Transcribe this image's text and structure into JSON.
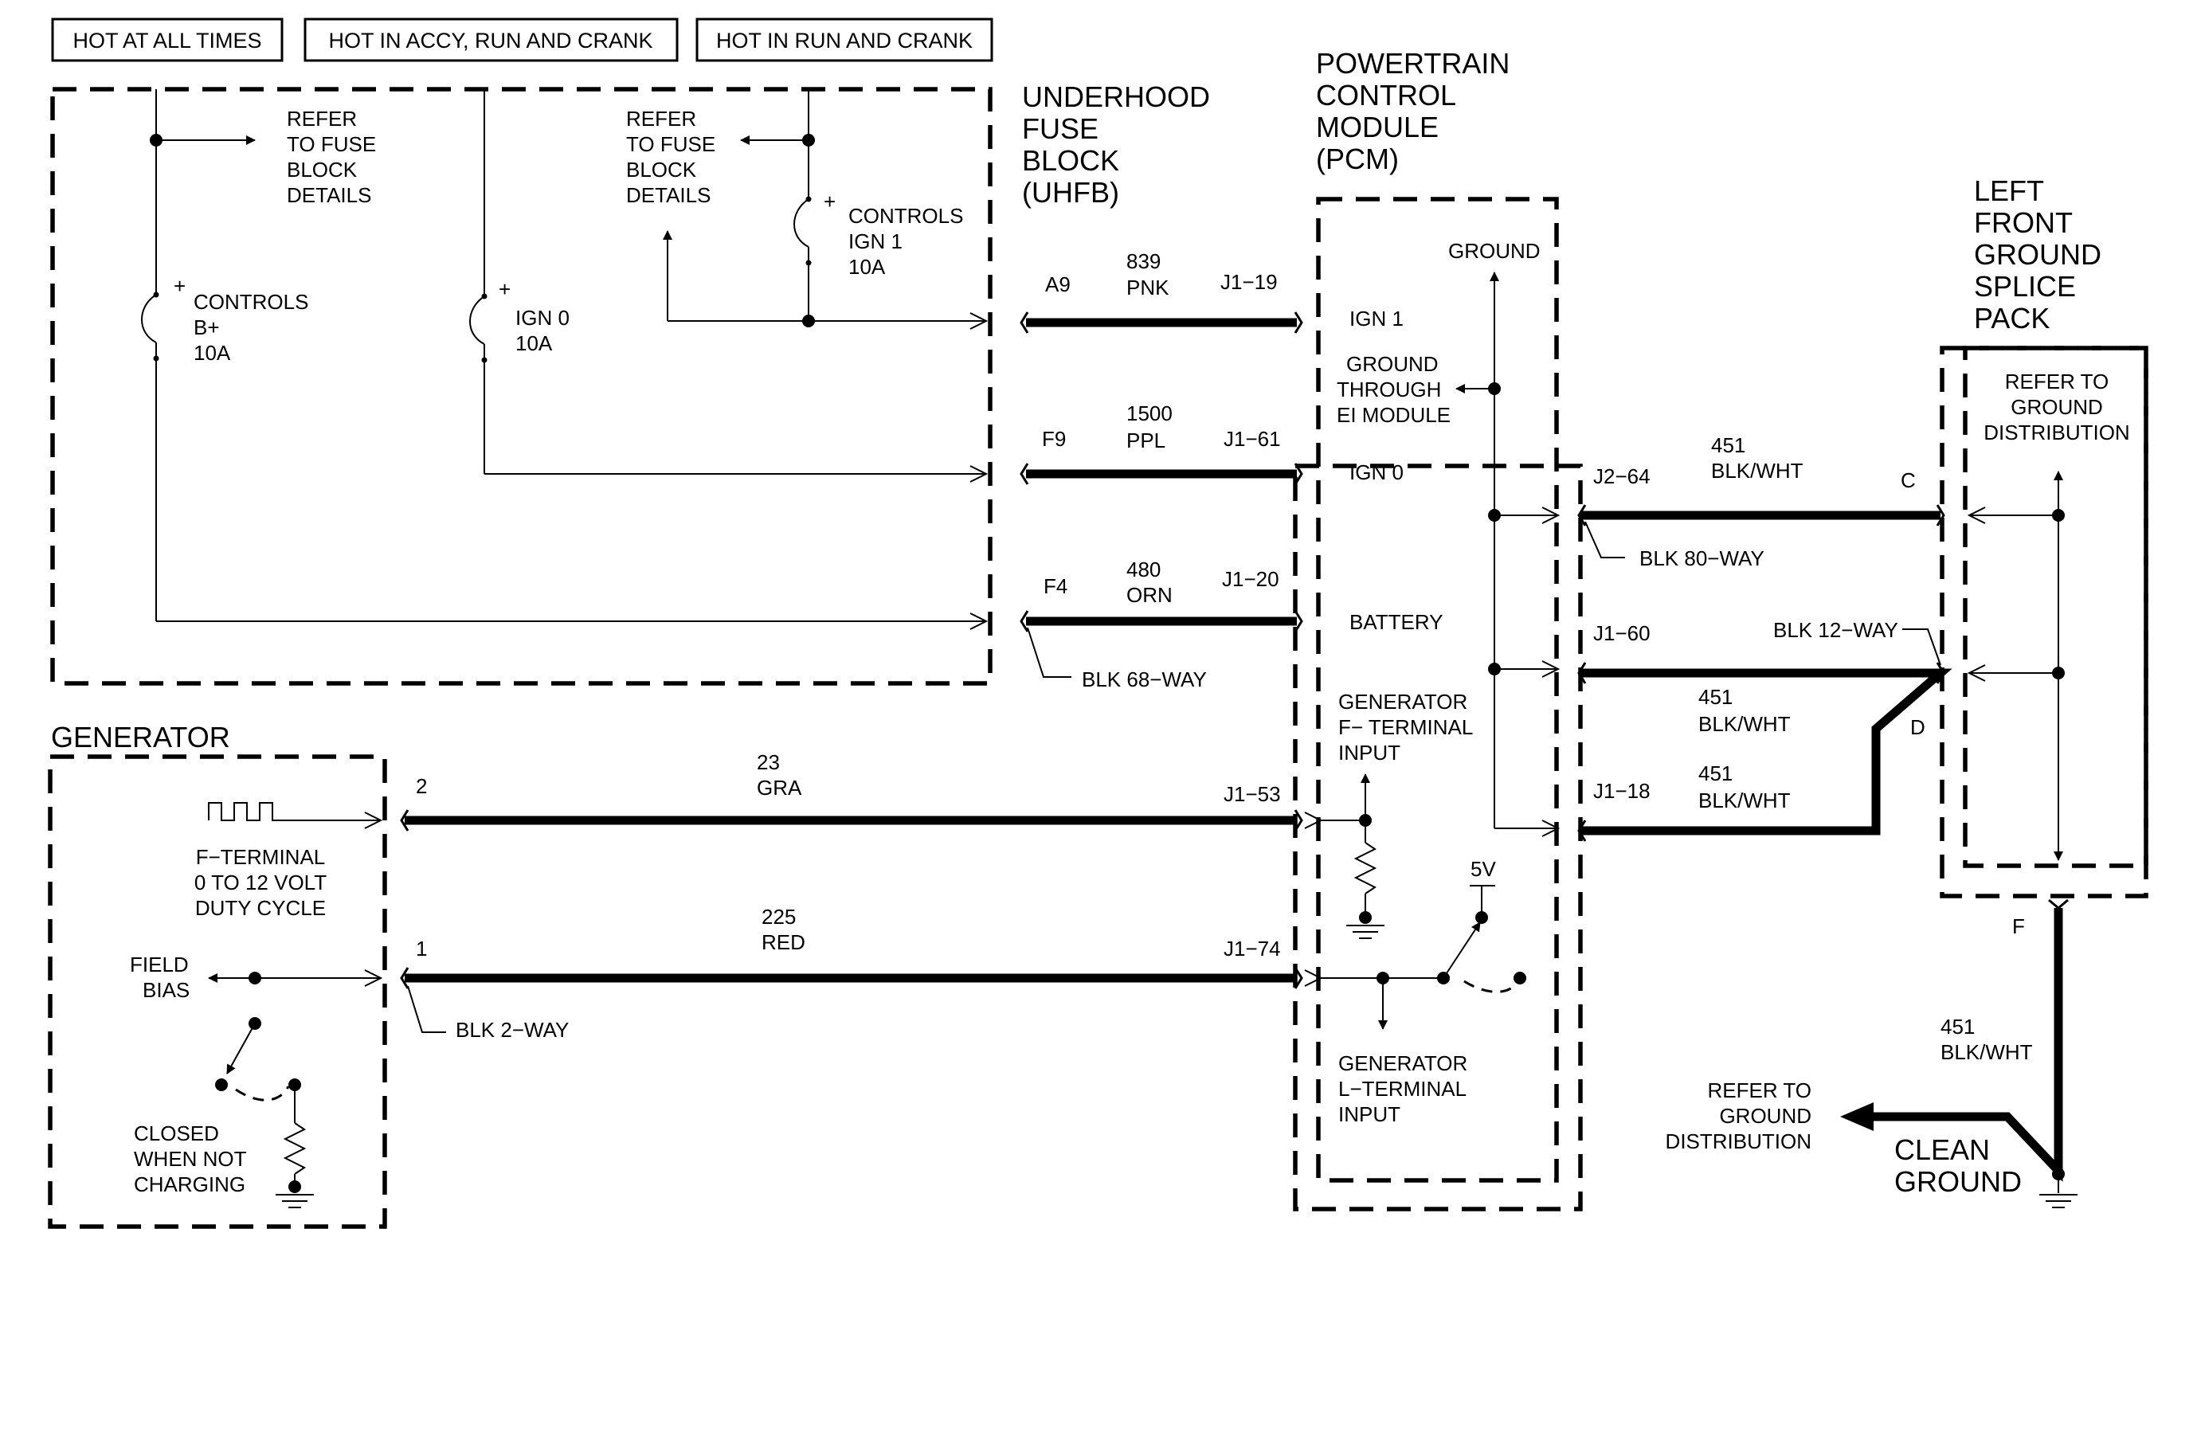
{
  "headers": {
    "hot_at_all_times": "HOT AT ALL TIMES",
    "hot_in_accy": "HOT IN ACCY, RUN AND CRANK",
    "hot_in_run": "HOT IN RUN AND CRANK"
  },
  "uhfb": {
    "title": [
      "UNDERHOOD",
      "FUSE",
      "BLOCK",
      "(UHFB)"
    ],
    "refer_left": [
      "REFER",
      "TO FUSE",
      "BLOCK",
      "DETAILS"
    ],
    "refer_right": [
      "REFER",
      "TO FUSE",
      "BLOCK",
      "DETAILS"
    ],
    "fuse_b": [
      "CONTROLS",
      "B+",
      "10A"
    ],
    "fuse_ign0": [
      "IGN 0",
      "10A"
    ],
    "fuse_ign1": [
      "CONTROLS",
      "IGN 1",
      "10A"
    ],
    "connector": "BLK 68−WAY"
  },
  "pcm": {
    "title": [
      "POWERTRAIN",
      "CONTROL",
      "MODULE",
      "(PCM)"
    ],
    "ground": "GROUND",
    "ign1": "IGN 1",
    "ground_through": [
      "GROUND",
      "THROUGH",
      "EI MODULE"
    ],
    "ign0": "IGN 0",
    "battery": "BATTERY",
    "gen_f_input": [
      "GENERATOR",
      "F− TERMINAL",
      "INPUT"
    ],
    "gen_l_input": [
      "GENERATOR",
      "L−TERMINAL",
      "INPUT"
    ],
    "v5": "5V",
    "connector_80": "BLK 80−WAY"
  },
  "generator": {
    "title": "GENERATOR",
    "f_terminal": [
      "F−TERMINAL",
      "0 TO 12 VOLT",
      "DUTY CYCLE"
    ],
    "field_bias": [
      "FIELD",
      "BIAS"
    ],
    "closed": [
      "CLOSED",
      "WHEN NOT",
      "CHARGING"
    ],
    "connector": "BLK 2−WAY",
    "pin2": "2",
    "pin1": "1"
  },
  "splice": {
    "title": [
      "LEFT",
      "FRONT",
      "GROUND",
      "SPLICE",
      "PACK"
    ],
    "refer": [
      "REFER TO",
      "GROUND",
      "DISTRIBUTION"
    ],
    "pin_c": "C",
    "pin_d": "D",
    "pin_f": "F",
    "connector": "BLK 12−WAY"
  },
  "wires": {
    "w839": {
      "from": "A9",
      "num": "839",
      "color": "PNK",
      "to": "J1−19"
    },
    "w1500": {
      "from": "F9",
      "num": "1500",
      "color": "PPL",
      "to": "J1−61"
    },
    "w480": {
      "from": "F4",
      "num": "480",
      "color": "ORN",
      "to": "J1−20"
    },
    "w23": {
      "num": "23",
      "color": "GRA",
      "to": "J1−53"
    },
    "w225": {
      "num": "225",
      "color": "RED",
      "to": "J1−74"
    },
    "w451a": {
      "from": "J2−64",
      "num": "451",
      "color": "BLK/WHT"
    },
    "w451b": {
      "from": "J1−60",
      "num": "451",
      "color": "BLK/WHT"
    },
    "w451c": {
      "from": "J1−18",
      "num": "451",
      "color": "BLK/WHT"
    },
    "w451d": {
      "num": "451",
      "color": "BLK/WHT"
    }
  },
  "ground": {
    "refer": [
      "REFER TO",
      "GROUND",
      "DISTRIBUTION"
    ],
    "clean": [
      "CLEAN",
      "GROUND"
    ]
  }
}
